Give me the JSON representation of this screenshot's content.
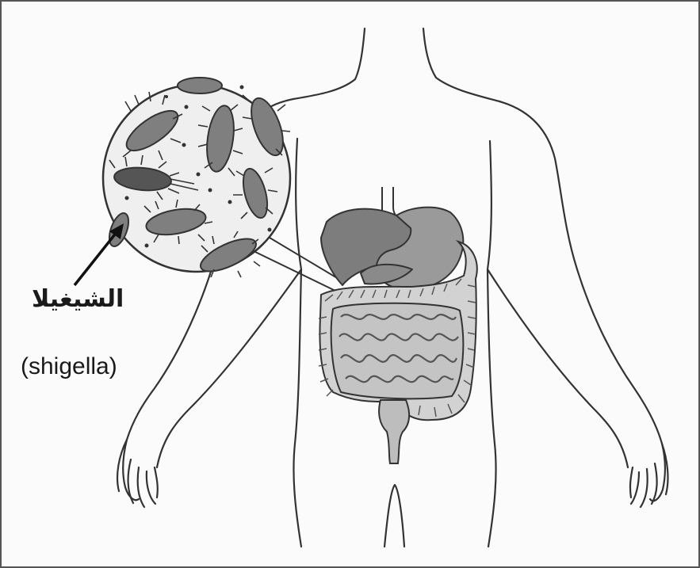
{
  "labels": {
    "arabic": "الشيغيلا",
    "english": "(shigella)"
  },
  "colors": {
    "background": "#fbfbfb",
    "outline": "#333333",
    "organ_dark": "#7a7a7a",
    "organ_mid": "#9a9a9a",
    "intestine_fill": "#cfcfcf",
    "bacteria_fill": "#808080",
    "magnifier_fill": "#efefef"
  },
  "icons": {
    "body": "human-torso-outline",
    "magnifier": "magnified-bacteria-circle",
    "bacteria": "rod-bacterium",
    "pointer": "arrow"
  }
}
